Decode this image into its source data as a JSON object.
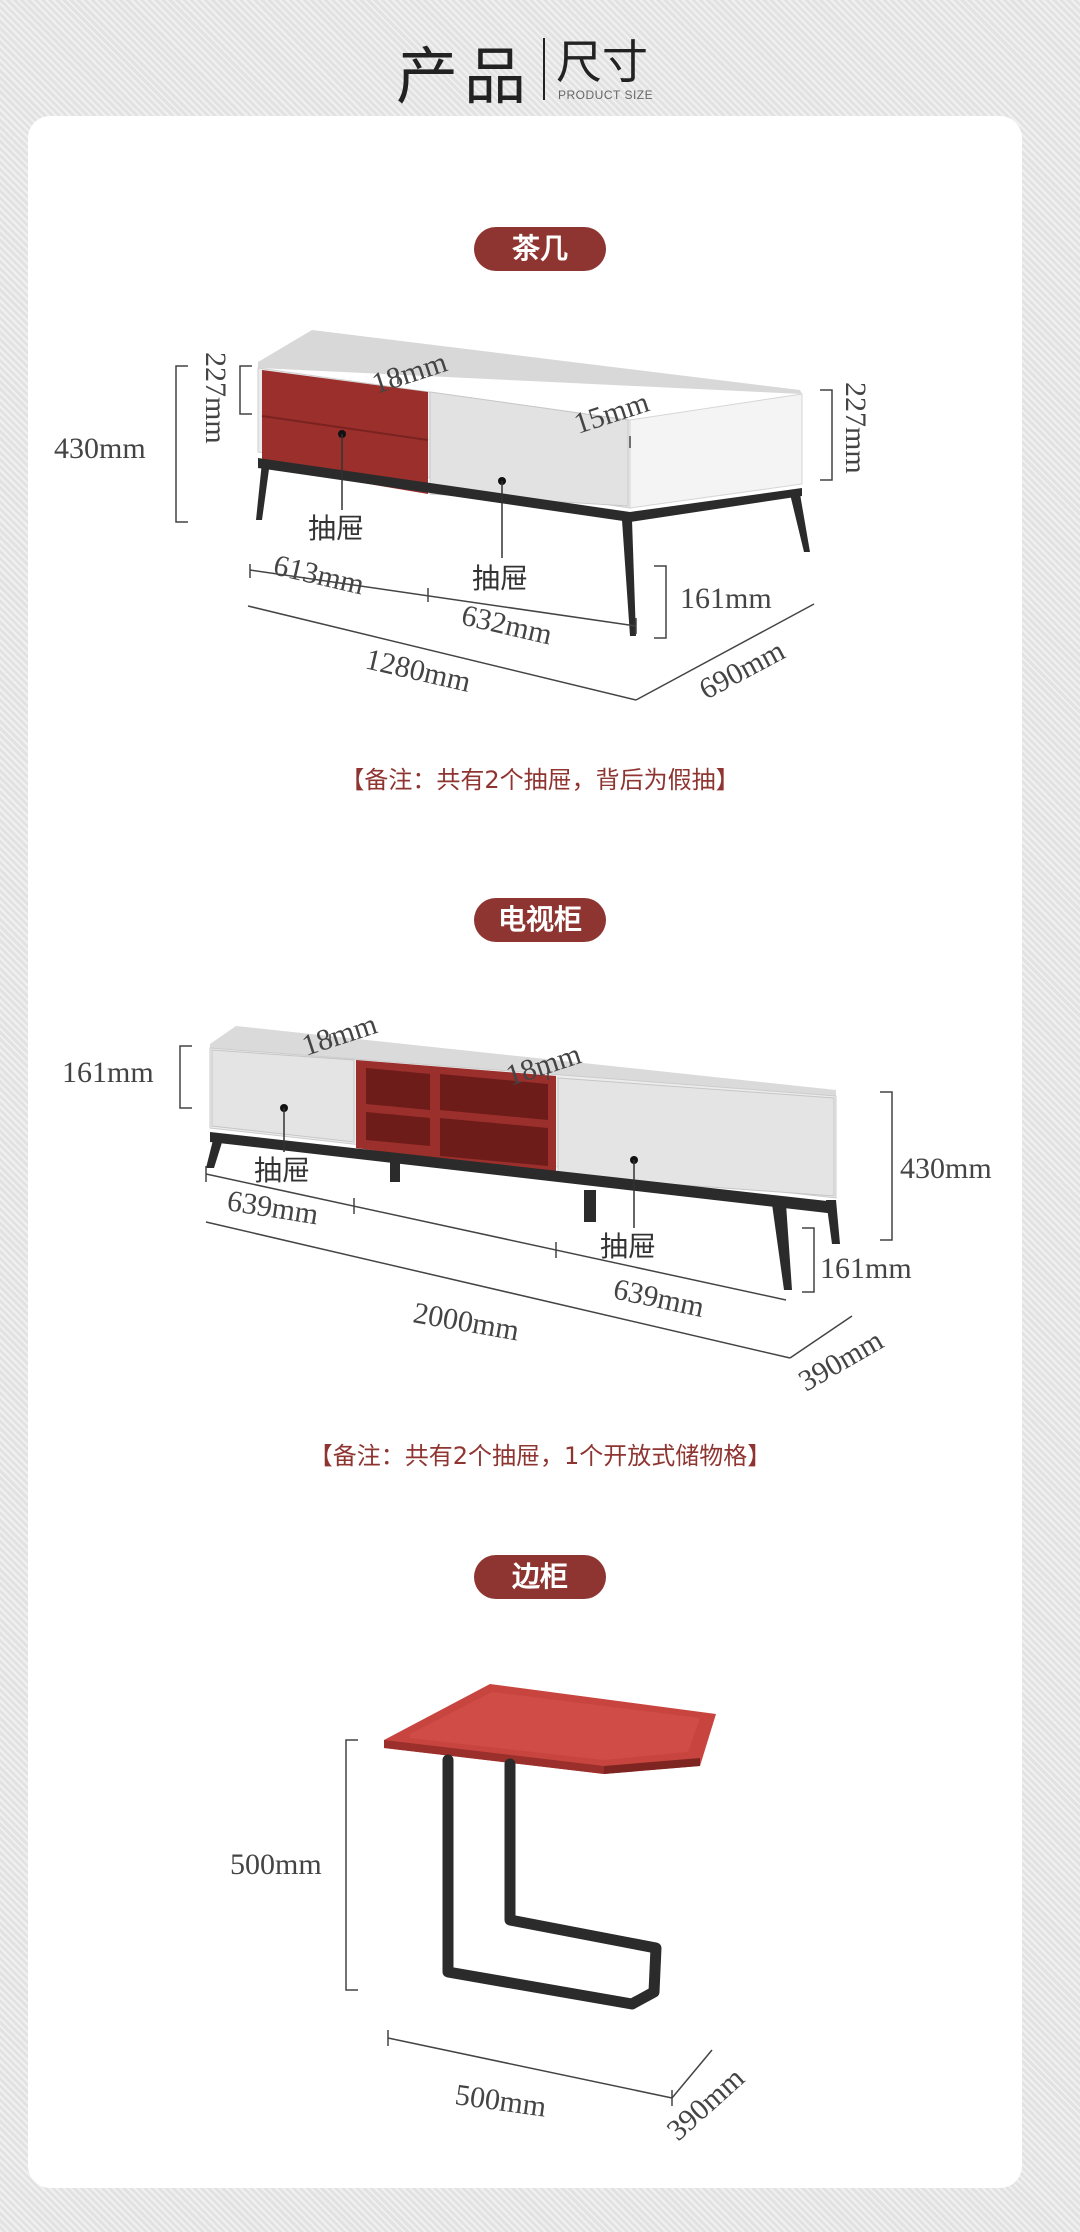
{
  "header": {
    "title": "产品",
    "subtitle": "尺寸",
    "subtitle_en": "PRODUCT SIZE"
  },
  "colors": {
    "accent": "#8f3531",
    "drawer_red": "#9a2f2c",
    "frame": "#2b2b2b",
    "panel": "#e4e4e4"
  },
  "sections": [
    {
      "name": "茶几",
      "dims": {
        "height_total": "430mm",
        "top_left_height": "227mm",
        "top_thickness_a": "18mm",
        "top_thickness_b": "15mm",
        "right_height": "227mm",
        "leg_height": "161mm",
        "seg_left": "613mm",
        "seg_right": "632mm",
        "length": "1280mm",
        "depth": "690mm"
      },
      "drawer_label_1": "抽屉",
      "drawer_label_2": "抽屉",
      "note": "【备注：共有2个抽屉，背后为假抽】"
    },
    {
      "name": "电视柜",
      "dims": {
        "left_height": "161mm",
        "top_a": "18mm",
        "top_b": "18mm",
        "height_total": "430mm",
        "leg_height": "161mm",
        "seg_left": "639mm",
        "seg_right": "639mm",
        "length": "2000mm",
        "depth": "390mm"
      },
      "drawer_label_1": "抽屉",
      "drawer_label_2": "抽屉",
      "note": "【备注：共有2个抽屉，1个开放式储物格】"
    },
    {
      "name": "边柜",
      "dims": {
        "height": "500mm",
        "width": "500mm",
        "depth": "390mm"
      }
    }
  ]
}
